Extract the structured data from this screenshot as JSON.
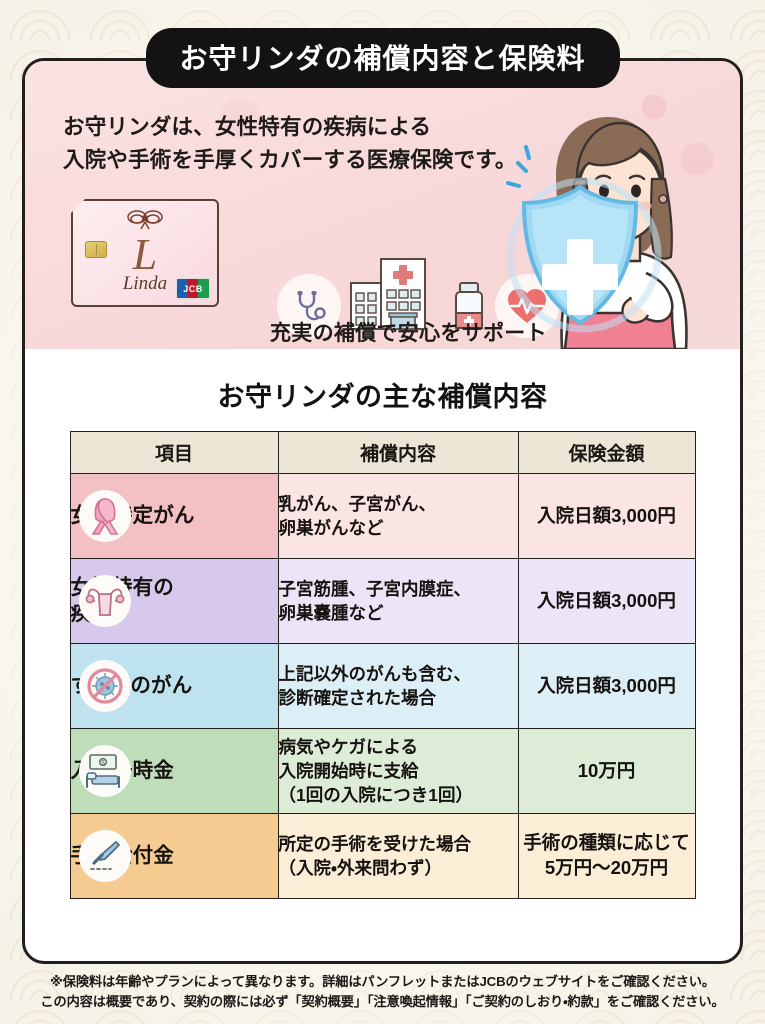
{
  "header": {
    "title": "お守リンダの補償内容と保険料"
  },
  "hero": {
    "intro": "お守リンダは、女性特有の疾病による\n入院や手術を手厚くカバーする医療保険です。",
    "support_text": "充実の補償で安心をサポート",
    "card": {
      "brand_letter": "L",
      "brand_name": "Linda",
      "network_logo": "JCB"
    },
    "icons": [
      {
        "name": "stethoscope-icon"
      },
      {
        "name": "hospital-building-icon"
      },
      {
        "name": "medicine-bottle-icon"
      },
      {
        "name": "heart-pulse-icon"
      }
    ],
    "illustration": {
      "name": "woman-with-shield-illustration",
      "shield_symbol": "medical-cross"
    }
  },
  "section": {
    "title": "お守リンダの主な補償内容"
  },
  "table": {
    "columns": [
      "項目",
      "補償内容",
      "保険金額"
    ],
    "rows": [
      {
        "icon": "pink-ribbon-icon",
        "item": "女性特定がん",
        "description": "乳がん、子宮がん、\n卵巣がんなど",
        "amount": "入院日額3,000円",
        "color_item": "#f3c0c3",
        "color_cell": "#fbe4e4"
      },
      {
        "icon": "uterus-icon",
        "item": "女性特有の\n疾病",
        "description": "子宮筋腫、子宮内膜症、\n卵巣嚢腫など",
        "amount": "入院日額3,000円",
        "color_item": "#d7c9ec",
        "color_cell": "#ece4f7"
      },
      {
        "icon": "no-cancer-cell-icon",
        "item": "すべてのがん",
        "description": "上記以外のがんも含む、\n診断確定された場合",
        "amount": "入院日額3,000円",
        "color_item": "#bfe2ef",
        "color_cell": "#ddeff6"
      },
      {
        "icon": "hospital-bed-cash-icon",
        "item": "入院一時金",
        "description": "病気やケガによる\n入院開始時に支給\n（1回の入院につき1回）",
        "amount": "10万円",
        "color_item": "#bfddb9",
        "color_cell": "#dcecd7"
      },
      {
        "icon": "scalpel-icon",
        "item": "手術給付金",
        "description": "所定の手術を受けた場合\n（入院・外来問わず）",
        "amount": "手術の種類に応じて\n5万円〜20万円",
        "color_item": "#f5cb92",
        "color_cell": "#fbeed7"
      }
    ]
  },
  "footnotes": {
    "line1": "※保険料は年齢やプランによって異なります。詳細はパンフレットまたはJCBのウェブサイトをご確認ください。",
    "line2": "この内容は概要であり、契約の際には必ず「契約概要」「注意喚起情報」「ご契約のしおり・約款」をご確認ください。"
  },
  "theme": {
    "header_bg": "#141212",
    "header_fg": "#ffffff",
    "panel_bg": "#ffffff",
    "page_bg": "#f7f3e8",
    "hero_bg": "#f9dcdc",
    "table_header_bg": "#ebe6d6",
    "border": "#231f1d"
  }
}
